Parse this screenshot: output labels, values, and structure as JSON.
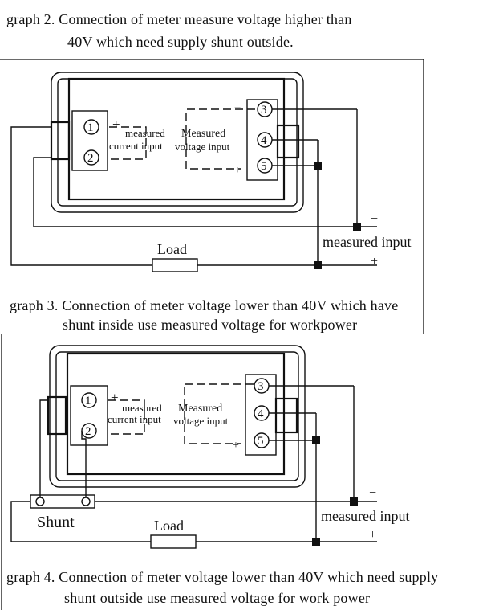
{
  "captions": {
    "graph2_line1": "graph 2. Connection of meter measure voltage higher than",
    "graph2_line2": "40V which need supply shunt outside.",
    "graph3_line1": "graph 3. Connection of meter voltage lower than 40V which have",
    "graph3_line2": "shunt inside use measured voltage for workpower",
    "graph4_line1": "graph 4. Connection of meter voltage lower than 40V which need supply",
    "graph4_line2": "shunt outside use measured voltage for work power"
  },
  "top_diagram": {
    "terminal_1": "1",
    "terminal_2": "2",
    "terminal_3": "3",
    "terminal_4": "4",
    "terminal_5": "5",
    "current_plus": "+",
    "current_label_1": "measured",
    "current_label_2": "current input",
    "voltage_label_1": "Measured",
    "voltage_label_2": "voltage input",
    "voltage_minus": "−",
    "voltage_plus": "+",
    "load_label": "Load",
    "measured_input_label": "measured input",
    "minus_sign": "−",
    "plus_sign": "+"
  },
  "bottom_diagram": {
    "terminal_1": "1",
    "terminal_2": "2",
    "terminal_3": "3",
    "terminal_4": "4",
    "terminal_5": "5",
    "current_plus": "+",
    "current_label_1": "measured",
    "current_label_2": "current input",
    "voltage_label_1": "Measured",
    "voltage_label_2": "voltage input",
    "voltage_plus": "+",
    "shunt_label": "Shunt",
    "load_label": "Load",
    "measured_input_label": "measured input",
    "minus_sign": "−",
    "plus_sign": "+"
  }
}
